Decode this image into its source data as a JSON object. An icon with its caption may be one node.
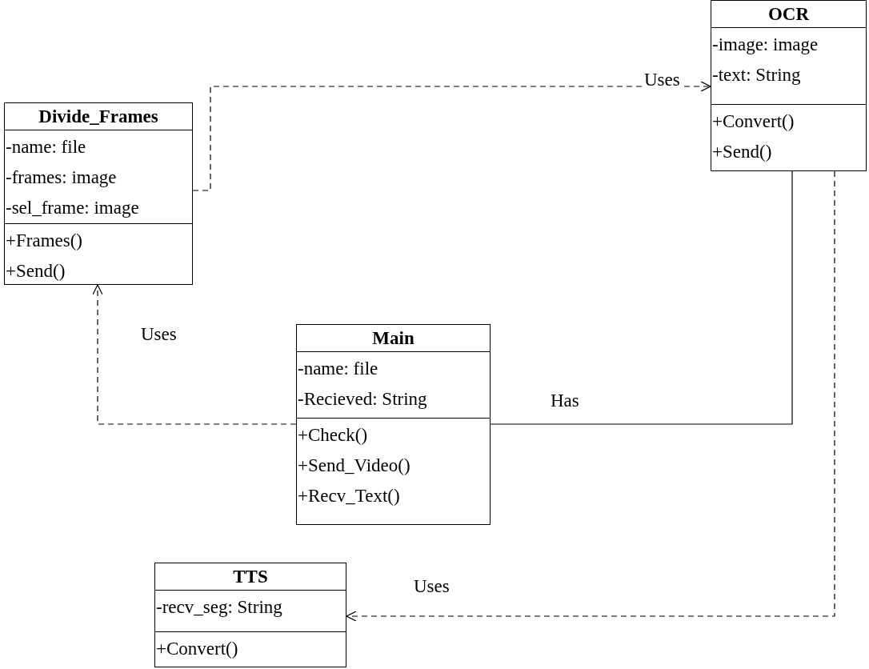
{
  "diagram": {
    "nodes": [
      {
        "text": [
          "OCR"
        ]
      },
      {
        "text": [
          "-image: image",
          "-text: String"
        ],
        "in": 0
      },
      {
        "text": [
          "+Convert()",
          "+Send()"
        ],
        "in": 0
      },
      {
        "text": [
          "Divide_Frames"
        ]
      },
      {
        "text": [
          "-name: file",
          "-frames: image",
          "-sel_frame: image"
        ],
        "in": 3
      },
      {
        "text": [
          "+Frames()",
          "+Send()"
        ],
        "in": 3
      },
      {
        "text": [
          "Main"
        ]
      },
      {
        "text": [
          "-name: file",
          "-Recieved: String"
        ],
        "in": 6
      },
      {
        "text": [
          "+Check()",
          "+Send_Video()",
          "+Recv_Text()"
        ],
        "in": 6
      },
      {
        "text": [
          "TTS"
        ]
      },
      {
        "text": [
          "-recv_seg: String"
        ],
        "in": 9
      },
      {
        "text": [
          "+Convert()"
        ],
        "in": 9
      }
    ],
    "edges": [
      {
        "from": 3,
        "to": 0,
        "arrow": "to",
        "style": "dashed",
        "label": "Uses"
      },
      {
        "from": 6,
        "to": 3,
        "arrow": "to",
        "style": "dashed",
        "label": "Uses"
      },
      {
        "from": 6,
        "to": 0,
        "arrow": "none",
        "label": "Has"
      },
      {
        "from": 0,
        "to": 9,
        "arrow": "to",
        "style": "dashed",
        "label": "Uses"
      }
    ]
  }
}
